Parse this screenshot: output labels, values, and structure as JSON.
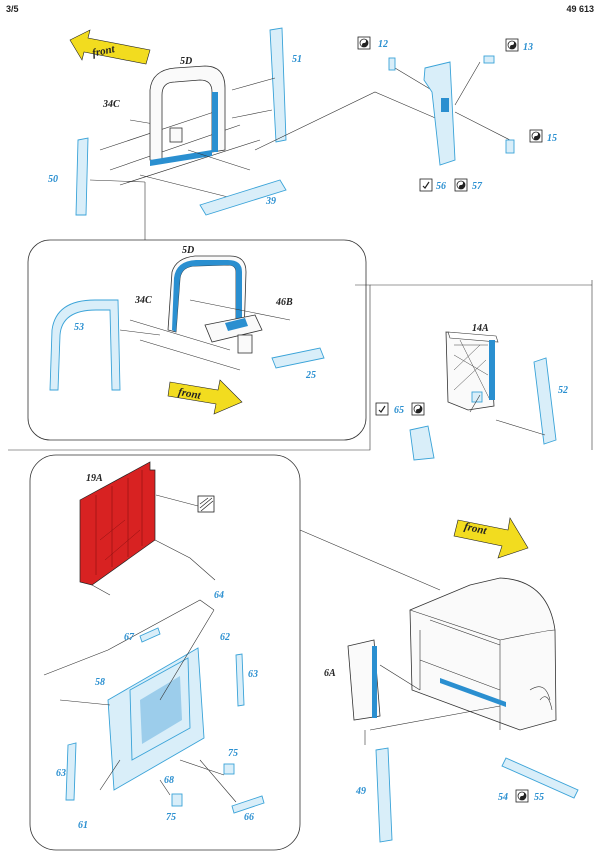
{
  "header": {
    "page": "3/5",
    "code": "49 613"
  },
  "labels": {
    "front": "front",
    "p5D": "5D",
    "p34C": "34C",
    "p51": "51",
    "p50": "50",
    "p39": "39",
    "p12": "12",
    "p13": "13",
    "p15": "15",
    "p56": "56",
    "p57": "57",
    "p5D_b": "5D",
    "p34C_b": "34C",
    "p46B": "46B",
    "p53": "53",
    "p25": "25",
    "p14A": "14A",
    "p52": "52",
    "p65": "65",
    "p19A": "19A",
    "p64": "64",
    "p67": "67",
    "p62": "62",
    "p58": "58",
    "p63a": "63",
    "p63b": "63",
    "p75a": "75",
    "p68": "68",
    "p61": "61",
    "p75b": "75",
    "p66": "66",
    "p6A": "6A",
    "p49": "49",
    "p54": "54",
    "p55": "55"
  },
  "colors": {
    "etch_blue": "#2a8fd0",
    "pe_fill": "#d9eef9",
    "arrow_yellow": "#f2dc1f",
    "red_part": "#d82222",
    "bend_blue": "#1f6fc4"
  },
  "icons": [
    "yin-yang-icon",
    "bend-check-icon",
    "fold-stripe-icon"
  ]
}
